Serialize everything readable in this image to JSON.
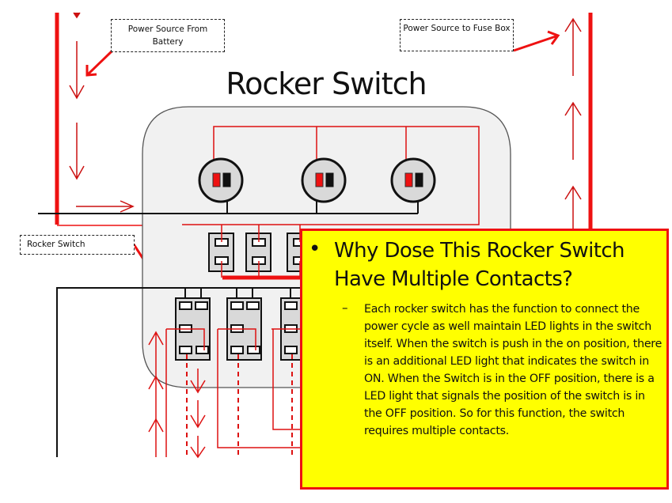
{
  "diagram": {
    "title": "Rocker Switch",
    "callouts": {
      "battery": "Power Source From Battery",
      "fuse_box": "Power Source to Fuse Box",
      "rocker_switch": "Rocker Switch"
    },
    "led_indicator_count": 3,
    "upper_contact_block_count": 3,
    "lower_switch_count": 3,
    "colors": {
      "power_wire": "#ee1111",
      "ground_wire": "#111111",
      "panel_fill": "#f1f1f1",
      "info_box_fill": "#ffff00",
      "info_box_border": "#ee1111"
    }
  },
  "info_box": {
    "bullet": "•",
    "heading": "Why  Dose This Rocker Switch Have Multiple Contacts?",
    "sub_bullet": "–",
    "body": "Each rocker switch has the function to connect the power cycle  as well maintain LED lights in the switch itself. When the switch is push in the on position, there is an additional LED light that indicates the switch in ON. When the Switch is in the OFF position, there is a LED light that signals the position of the switch is in the OFF position. So for this function, the switch requires multiple  contacts."
  }
}
